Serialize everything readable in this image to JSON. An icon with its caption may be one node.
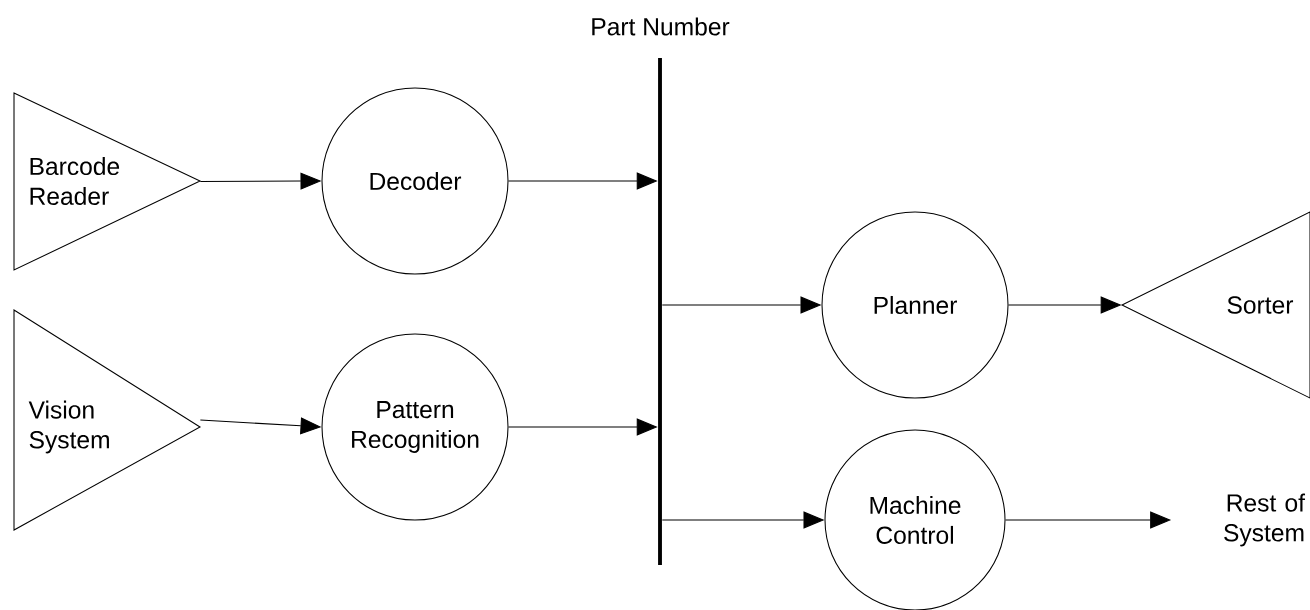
{
  "diagram": {
    "nodes": [
      {
        "text": [
          "Barcode Reader"
        ]
      },
      {
        "text": [
          "Decoder"
        ]
      },
      {
        "text": [
          "Part Number"
        ]
      },
      {
        "text": [
          "Vision System"
        ]
      },
      {
        "text": [
          "Pattern Recognition"
        ]
      },
      {
        "text": [
          "Planner"
        ]
      },
      {
        "text": [
          "Sorter"
        ]
      },
      {
        "text": [
          "Machine Control"
        ]
      },
      {
        "text": [
          "Rest of System"
        ]
      }
    ],
    "edges": [
      {
        "from": 0,
        "to": 1,
        "arrow": "to"
      },
      {
        "from": 1,
        "to": 2,
        "arrow": "to"
      },
      {
        "from": 3,
        "to": 4,
        "arrow": "to"
      },
      {
        "from": 4,
        "to": 2,
        "arrow": "to"
      },
      {
        "from": 2,
        "to": 5,
        "arrow": "to"
      },
      {
        "from": 5,
        "to": 6,
        "arrow": "to"
      },
      {
        "from": 2,
        "to": 7,
        "arrow": "to"
      },
      {
        "from": 7,
        "to": 8,
        "arrow": "to"
      }
    ]
  }
}
